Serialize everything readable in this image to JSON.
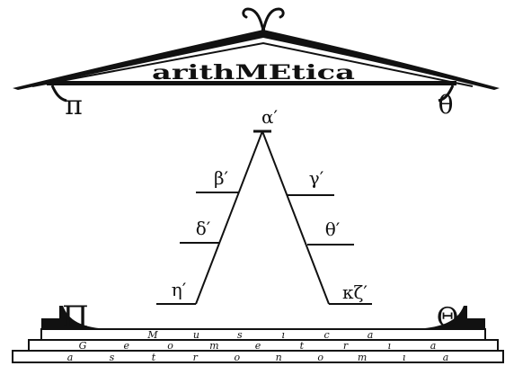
{
  "roof": {
    "title": "arithMEtica",
    "left_letter": "π",
    "right_letter": "θ",
    "apex_symbol": "ram-horns-icon"
  },
  "triangle": {
    "labels": {
      "apex": "α′",
      "left_upper": "β′",
      "right_upper": "γ′",
      "left_middle": "δ′",
      "right_middle": "θ′",
      "left_lower": "η′",
      "right_lower": "κζ′"
    }
  },
  "base": {
    "left_letter": "Π",
    "right_letter": "Θ",
    "tiers": [
      {
        "name": "musica",
        "letters": [
          "M",
          "u",
          "s",
          "ı",
          "c",
          "a"
        ]
      },
      {
        "name": "geometria",
        "letters": [
          "G",
          "e",
          "o",
          "m",
          "e",
          "t",
          "r",
          "ı",
          "a"
        ]
      },
      {
        "name": "astronomia",
        "letters": [
          "a",
          "s",
          "t",
          "r",
          "o",
          "n",
          "o",
          "m",
          "ı",
          "a"
        ]
      }
    ]
  },
  "colors": {
    "ink": "#111111",
    "paper": "#ffffff"
  }
}
